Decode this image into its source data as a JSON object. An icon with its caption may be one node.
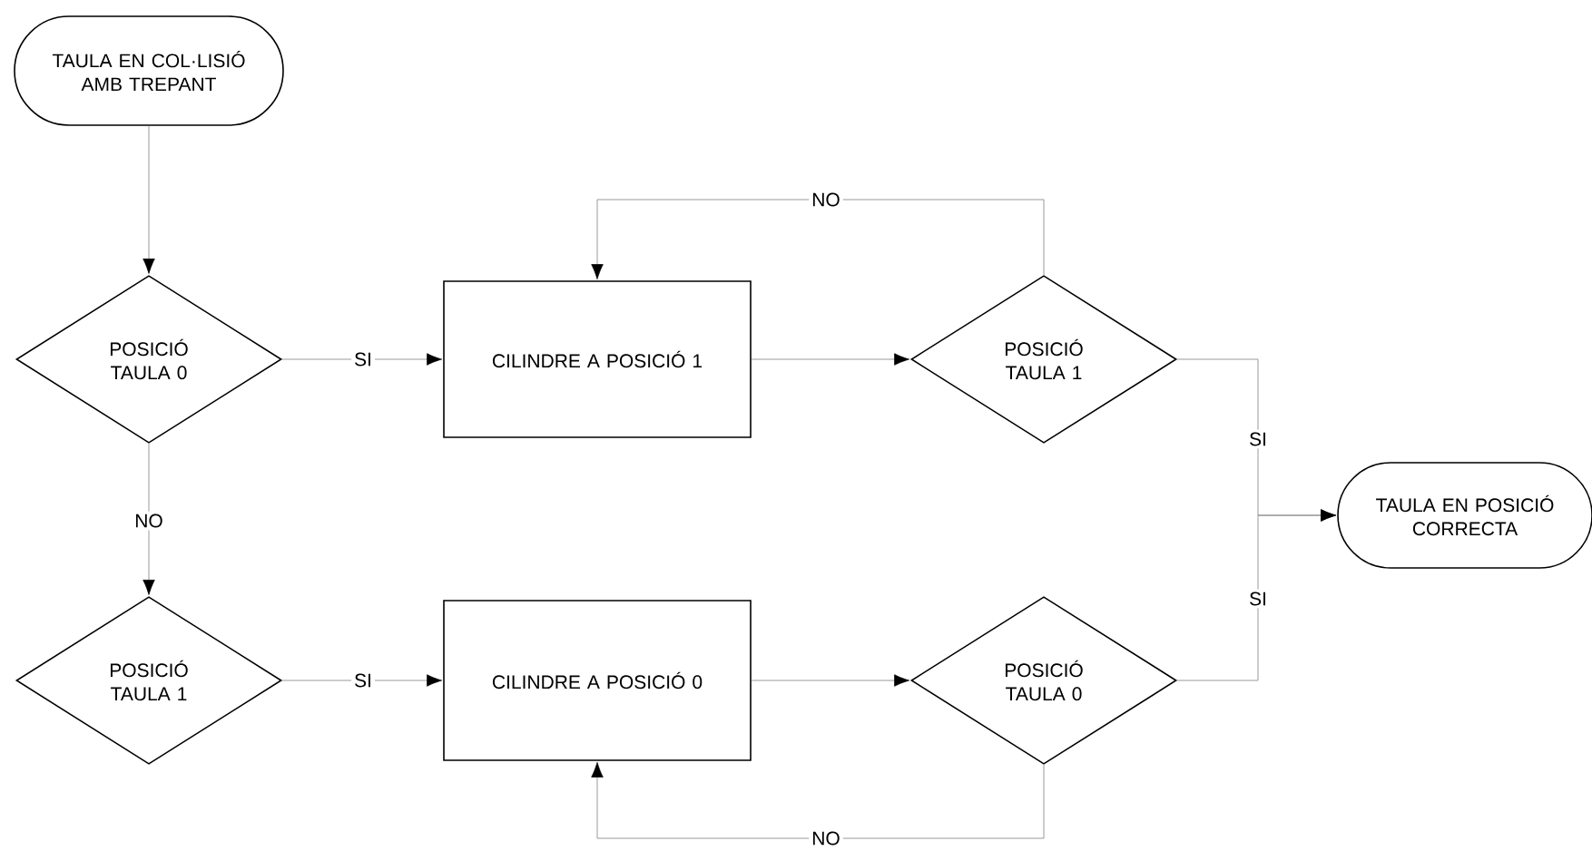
{
  "diagram": {
    "nodes": [
      {
        "text": [
          "TAULA EN COL·LISIÓ AMB TREPANT"
        ]
      },
      {
        "text": [
          "POSICIÓ TAULA 0"
        ]
      },
      {
        "text": [
          "CILINDRE A POSICIÓ 1"
        ]
      },
      {
        "text": [
          "POSICIÓ TAULA 1"
        ]
      },
      {
        "text": [
          "TAULA EN POSICIÓ CORRECTA"
        ]
      },
      {
        "text": [
          "POSICIÓ TAULA 1"
        ]
      },
      {
        "text": [
          "CILINDRE A POSICIÓ 0"
        ]
      },
      {
        "text": [
          "POSICIÓ TAULA 0"
        ]
      }
    ],
    "edges": [
      {
        "from": 0,
        "to": 1,
        "arrow": "to"
      },
      {
        "from": 1,
        "to": 2,
        "arrow": "to",
        "label": "SI"
      },
      {
        "from": 1,
        "to": 5,
        "arrow": "to",
        "label": "NO"
      },
      {
        "from": 2,
        "to": 3,
        "arrow": "to"
      },
      {
        "from": 3,
        "to": 2,
        "arrow": "to",
        "label": "NO"
      },
      {
        "from": 3,
        "to": 4,
        "arrow": "to",
        "label": "SI"
      },
      {
        "from": 5,
        "to": 6,
        "arrow": "to",
        "label": "SI"
      },
      {
        "from": 6,
        "to": 7,
        "arrow": "to"
      },
      {
        "from": 7,
        "to": 4,
        "arrow": "to",
        "label": "SI"
      },
      {
        "from": 7,
        "to": 6,
        "arrow": "to",
        "label": "NO"
      }
    ]
  }
}
